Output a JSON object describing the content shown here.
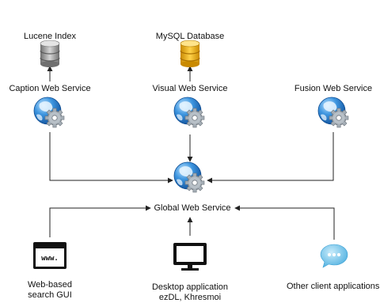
{
  "nodes": {
    "lucene": {
      "label": "Lucene Index",
      "icon": "database-gray-icon"
    },
    "mysql": {
      "label": "MySQL Database",
      "icon": "database-gold-icon"
    },
    "caption": {
      "label": "Caption Web Service",
      "icon": "globe-gear-icon"
    },
    "visual": {
      "label": "Visual Web Service",
      "icon": "globe-gear-icon"
    },
    "fusion": {
      "label": "Fusion Web Service",
      "icon": "globe-gear-icon"
    },
    "global": {
      "label": "Global Web Service",
      "icon": "globe-gear-icon"
    },
    "web_gui": {
      "label": "Web-based\nsearch GUI",
      "icon": "browser-window-icon"
    },
    "desktop": {
      "label": "Desktop application\nezDL, Khresmoi",
      "icon": "monitor-icon"
    },
    "other": {
      "label": "Other client applications",
      "icon": "chat-bubble-icon"
    }
  },
  "colors": {
    "globe_blue": "#2f86d6",
    "gear_gray": "#9aa3ab",
    "db_gold": "#f0b020",
    "db_gray": "#8c8c8c",
    "chat_blue": "#6ec3ea",
    "line": "#222222"
  }
}
